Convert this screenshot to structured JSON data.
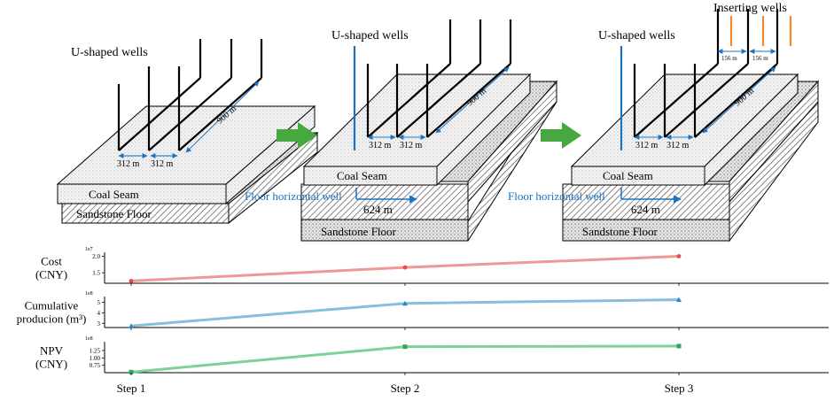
{
  "colors": {
    "blue": "#1a72c0",
    "orange": "#f08a2c",
    "arrow": "#46a83e",
    "cost": "#f28b8b",
    "cost_dot": "#e84a4a",
    "production": "#7bb8dc",
    "production_dot": "#2e86c1",
    "npv": "#72cc8c",
    "npv_dot": "#2ea85a"
  },
  "diagram": {
    "step1": {
      "wells_label": "U-shaped wells",
      "length_label": "900 m",
      "spacing_labels": [
        "312 m",
        "312 m"
      ],
      "seam_label": "Coal Seam",
      "floor_label": "Sandstone Floor"
    },
    "step2": {
      "wells_label": "U-shaped wells",
      "length_label": "900 m",
      "spacing_labels": [
        "312 m",
        "312 m"
      ],
      "seam_label": "Coal Seam",
      "floor_well_label": "Floor horizontal well",
      "floor_well_length": "624 m",
      "floor_label": "Sandstone Floor"
    },
    "step3": {
      "wells_label": "U-shaped wells",
      "inserting_label": "Inserting wells",
      "insert_spacing_labels": [
        "156 m",
        "156 m"
      ],
      "length_label": "900 m",
      "spacing_labels": [
        "312 m",
        "312 m"
      ],
      "seam_label": "Coal Seam",
      "floor_well_label": "Floor horizontal well",
      "floor_well_length": "624 m",
      "floor_label": "Sandstone Floor"
    }
  },
  "chart_data": {
    "type": "line",
    "categories": [
      "Step 1",
      "Step 2",
      "Step 3"
    ],
    "panels": [
      {
        "ylabel": [
          "Cost",
          "(CNY)"
        ],
        "scale_label": "1e7",
        "yticks": [
          1.5,
          2.0
        ],
        "ytick_labels": [
          "1.5",
          "2.0"
        ],
        "ylim": [
          1.18,
          2.12
        ],
        "values": [
          1.25,
          1.66,
          2.0
        ]
      },
      {
        "ylabel": [
          "Cumulative",
          "producion (m³)"
        ],
        "scale_label": "1e8",
        "yticks": [
          3,
          4,
          5
        ],
        "ytick_labels": [
          "3",
          "4",
          "5"
        ],
        "ylim": [
          2.6,
          5.55
        ],
        "values": [
          2.75,
          4.9,
          5.25
        ]
      },
      {
        "ylabel": [
          "NPV",
          "(CNY)"
        ],
        "scale_label": "1e8",
        "yticks": [
          0.75,
          1.0,
          1.25
        ],
        "ytick_labels": [
          "0.75",
          "1.00",
          "1.25"
        ],
        "ylim": [
          0.5,
          1.55
        ],
        "values": [
          0.52,
          1.38,
          1.4
        ]
      }
    ]
  }
}
